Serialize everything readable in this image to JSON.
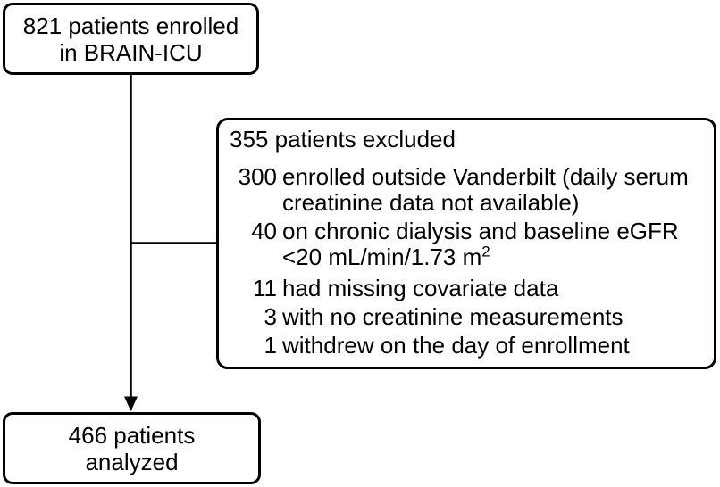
{
  "figure": {
    "boxes": {
      "enrolled": {
        "line1": "821 patients enrolled",
        "line2": "in BRAIN-ICU"
      },
      "excluded": {
        "header": "355 patients excluded",
        "items": [
          {
            "num": "300",
            "line1": "enrolled outside Vanderbilt (daily serum",
            "line2": "creatinine data not available)"
          },
          {
            "num": "40",
            "line1": "on chronic dialysis and baseline eGFR",
            "line2": "<20 mL/min/1.73 m",
            "line2_sup": "2"
          },
          {
            "num": "11",
            "line1": "had missing covariate data"
          },
          {
            "num": "3",
            "line1": "with no creatinine measurements"
          },
          {
            "num": "1",
            "line1": "withdrew on the day of enrollment"
          }
        ]
      },
      "analyzed": {
        "line1": "466 patients",
        "line2": "analyzed"
      }
    },
    "colors": {
      "background": "#ffffff",
      "text": "#000000",
      "box_border": "#000000",
      "connector_line": "#000000"
    }
  }
}
